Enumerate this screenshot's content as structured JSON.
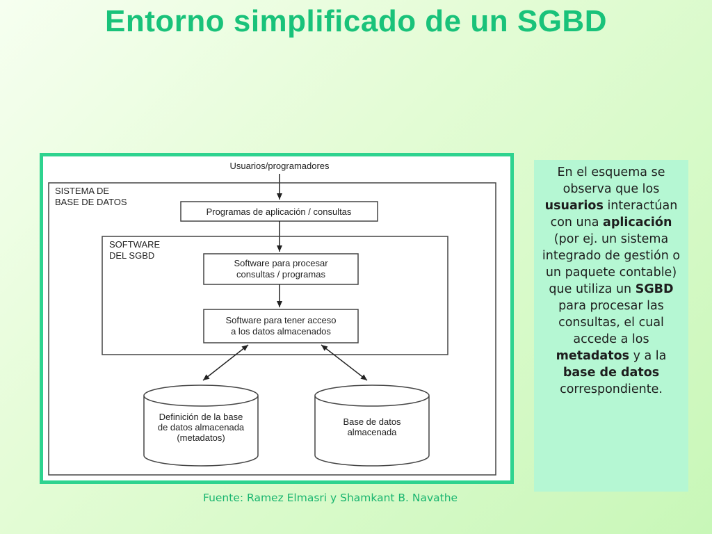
{
  "title": "Entorno simplificado de un SGBD",
  "diagram": {
    "users": "Usuarios/programadores",
    "system_label": [
      "SISTEMA DE",
      "BASE DE DATOS"
    ],
    "app_box": "Programas de aplicación / consultas",
    "software_label": [
      "SOFTWARE",
      "DEL SGBD"
    ],
    "query_box": [
      "Software para procesar",
      "consultas / programas"
    ],
    "access_box": [
      "Software para tener acceso",
      "a los datos almacenados"
    ],
    "metadata_db": [
      "Definición de la base",
      "de datos almacenada",
      "(metadatos)"
    ],
    "stored_db": [
      "Base de datos",
      "almacenada"
    ]
  },
  "panel": {
    "t1": "En el esquema se observa que los ",
    "b1": "usuarios",
    "t2": " interactúan con una ",
    "b2": "aplicación",
    "t3": " (por ej. un  sistema integrado de gestión  o un paquete contable) que utiliza un ",
    "b3": "SGBD",
    "t4": " para procesar las consultas, el cual accede a los ",
    "b4": "metadatos",
    "t5": " y a la ",
    "b5": "base de datos",
    "t6": " correspondiente."
  },
  "source": "Fuente: Ramez Elmasri y Shamkant B. Navathe",
  "colors": {
    "title": "#19c27a",
    "frame": "#2ed38f",
    "panel": "#b5f7d3"
  }
}
